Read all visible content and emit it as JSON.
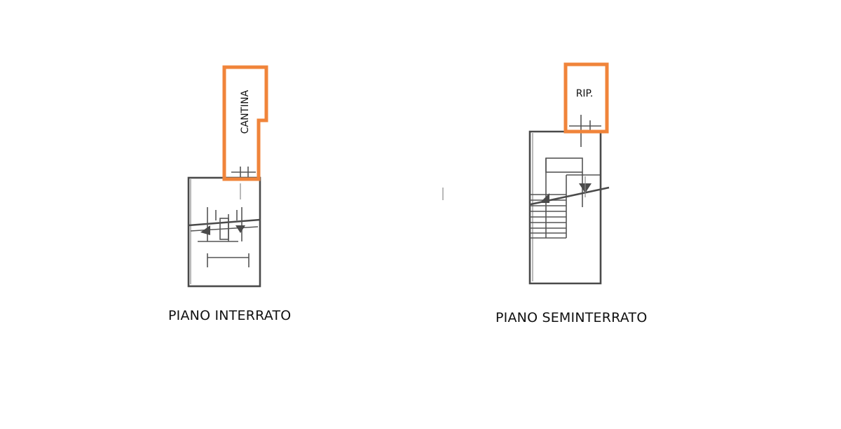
{
  "plans": {
    "left": {
      "caption": "PIANO INTERRATO",
      "room_label": "CANTINA"
    },
    "right": {
      "caption": "PIANO SEMINTERRATO",
      "room_label": "RIP."
    }
  },
  "colors": {
    "highlight": "#f0843a",
    "walls": "#4a4a4a"
  }
}
